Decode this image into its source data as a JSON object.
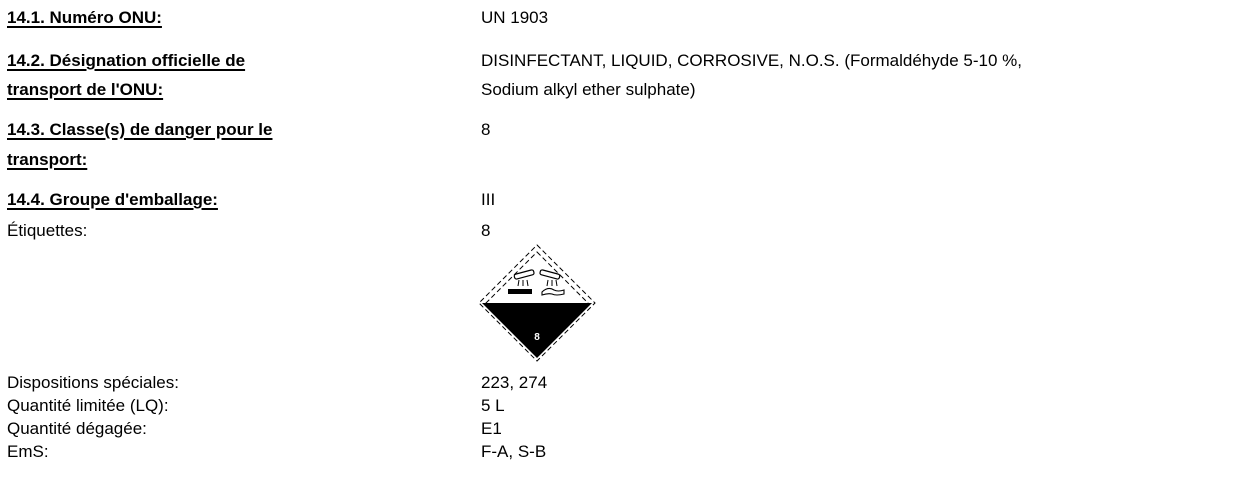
{
  "rows": {
    "un_number": {
      "label": "14.1. Numéro ONU:",
      "value": "UN 1903"
    },
    "shipping_name": {
      "label_line1": "14.2. Désignation officielle de",
      "label_line2": "transport de l'ONU:",
      "value_line1": "DISINFECTANT, LIQUID, CORROSIVE, N.O.S. (Formaldéhyde 5-10 %,",
      "value_line2": "Sodium alkyl ether sulphate)"
    },
    "hazard_class": {
      "label_line1": "14.3. Classe(s) de danger pour le",
      "label_line2": "transport:",
      "value": "8"
    },
    "packing_group": {
      "label": "14.4. Groupe d'emballage:",
      "value": "III"
    },
    "labels": {
      "label": "Étiquettes:",
      "value": "8"
    },
    "special_provisions": {
      "label": "Dispositions spéciales:",
      "value": "223, 274"
    },
    "limited_quantity": {
      "label": "Quantité limitée (LQ):",
      "value": "5 L"
    },
    "excepted_quantity": {
      "label": "Quantité dégagée:",
      "value": "E1"
    },
    "ems": {
      "label": "EmS:",
      "value": "F-A, S-B"
    }
  },
  "placard": {
    "icon": "corrosive-class-8-diamond-icon",
    "number": "8",
    "colors": {
      "top": "#ffffff",
      "bottom": "#000000",
      "border": "#000000"
    }
  }
}
